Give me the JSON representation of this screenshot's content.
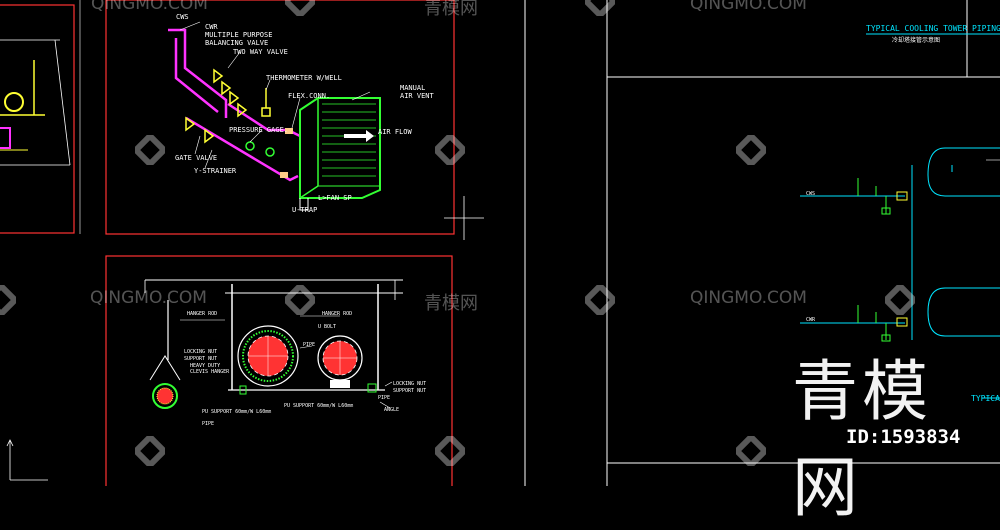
{
  "watermarks": {
    "brand_en": "QINGMO.COM",
    "brand_cn": "青模网",
    "brand_cn_large": "青模网",
    "id_text": "ID:1593834"
  },
  "labels": {
    "cws": "CWS",
    "cwr": "CWR",
    "multiple_purpose": "MULTIPLE PURPOSE",
    "balancing_valve": "BALANCING VALVE",
    "two_way_valve": "TWO WAY VALVE",
    "thermometer": "THERMOMETER W/WELL",
    "manual": "MANUAL",
    "air_vent": "AIR VENT",
    "flex_conn": "FLEX.CONN.",
    "pressure_gage": "PRESSURE GAGE.",
    "air_flow": "AIR FLOW",
    "gate_valve": "GATE VALVE",
    "y_strainer": "Y-STRAINER",
    "fan_sp": "L>FAN SP",
    "u_trap": "U-TRAP",
    "hanger_rod_left": "HANGER ROD",
    "hanger_rod_right": "HANGER ROD",
    "u_bolt": "U BOLT",
    "pipe_a": "PIPE",
    "pipe_b": "PIPE",
    "locking_nut": "LOCKING NUT",
    "support_nut": "SUPPORT NUT",
    "heavy_duty": "HEAVY DUTY",
    "clevis_hanger": "CLEVIS HANGER",
    "locking_nut_r": "LOCKING NUT",
    "support_nut_r": "SUPPORT NUT",
    "pu_support": "PU SUPPORT 60mm/W L60mm",
    "pu_support2": "PU SUPPORT 60mm/W L60mm",
    "angle": "ANGLE",
    "pipe_c": "PIPE",
    "cooling_tower_title": "TYPICAL COOLING TOWER PIPING",
    "cooling_tower_cn": "冷却塔接管示意图",
    "typical_short": "TYPICA",
    "cws_r": "CWS",
    "cwr_r": "CWR"
  },
  "colors": {
    "border_red": "#ff3333",
    "frame_white": "#ffffff",
    "pipe_magenta": "#ff33ff",
    "coil_green": "#33ff33",
    "valve_yellow": "#ffff33",
    "cyan": "#00e5ff"
  }
}
